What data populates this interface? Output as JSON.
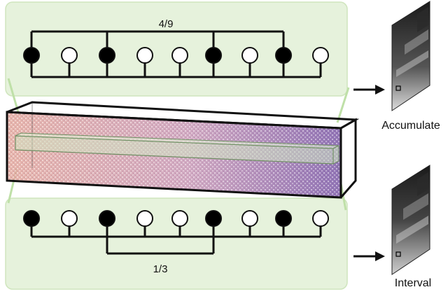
{
  "top_panel": {
    "fraction_label": "4/9",
    "circles": [
      "filled",
      "open",
      "filled",
      "open",
      "open",
      "filled",
      "open",
      "filled",
      "open"
    ]
  },
  "bottom_panel": {
    "fraction_label": "1/3",
    "circles": [
      "filled",
      "open",
      "filled",
      "open",
      "open",
      "filled",
      "open",
      "filled",
      "open"
    ]
  },
  "outputs": {
    "top_label": "Accumulate",
    "bottom_label": "Interval"
  },
  "colors": {
    "panel_fill": "#e6f2dc",
    "panel_stroke": "#c9e2b8",
    "volume_start": "#d98f86",
    "volume_end": "#7a5aa6",
    "filled_circle": "#000000",
    "open_circle": "#ffffff"
  }
}
